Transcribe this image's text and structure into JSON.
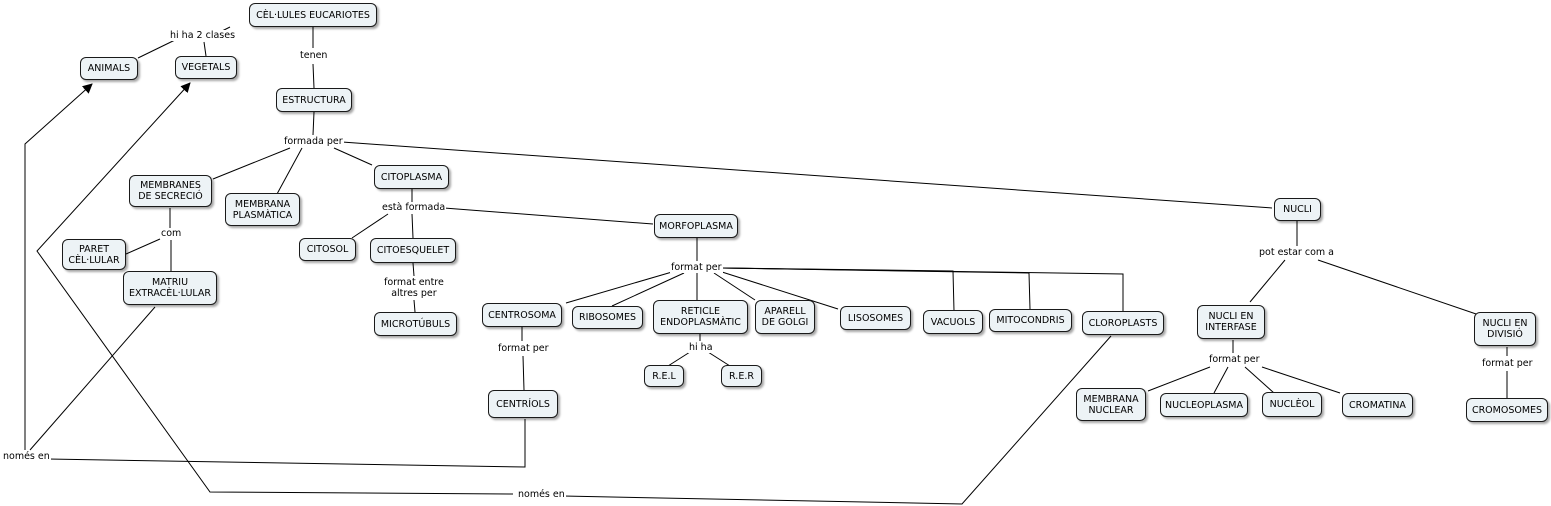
{
  "nodes": {
    "cel_eucariotes": "CÈL·LULES EUCARIOTES",
    "animals": "ANIMALS",
    "vegetals": "VEGETALS",
    "estructura": "ESTRUCTURA",
    "membranes_secrecio": "MEMBRANES\nDE SECRECIÓ",
    "membrana_plasmatica": "MEMBRANA\nPLASMÀTICA",
    "citoplasma": "CITOPLASMA",
    "nucli": "NUCLI",
    "paret_cellular": "PARET\nCÈL·LULAR",
    "matriu": "MATRIU\nEXTRACÈL·LULAR",
    "citosol": "CITOSOL",
    "citoesquelet": "CITOESQUELET",
    "morfoplasma": "MORFOPLASMA",
    "microtubuls": "MICROTÚBULS",
    "centrosoma": "CENTROSOMA",
    "ribosomes": "RIBOSOMES",
    "reticle": "RETICLE\nENDOPLASMÀTIC",
    "aparell_golgi": "APARELL\nDE GOLGI",
    "lisosomes": "LISOSOMES",
    "vacuols": "VACUOLS",
    "mitocondris": "MITOCONDRIS",
    "cloroplasts": "CLOROPLASTS",
    "centriols": "CENTRÍOLS",
    "rel": "R.E.L",
    "rer": "R.E.R",
    "nucli_interfase": "NUCLI EN\nINTERFASE",
    "nucli_divisio": "NUCLI EN\nDIVISIÓ",
    "membrana_nuclear": "MEMBRANA\nNUCLEAR",
    "nucleoplasma": "NUCLEOPLASMA",
    "nucleol": "NUCLÈOL",
    "cromatina": "CROMATINA",
    "cromosomes": "CROMOSOMES"
  },
  "links": {
    "hi_ha_2_clases": "hi ha 2 clases",
    "tenen": "tenen",
    "formada_per": "formada per",
    "com": "com",
    "esta_formada": "està formada",
    "format_entre": "format entre\naltres per",
    "format_per_morfo": "format per",
    "format_per_centro": "format per",
    "hi_ha": "hi ha",
    "pot_estar": "pot estar com a",
    "format_per_interfase": "format per",
    "format_per_divisio": "format per",
    "nomes_en_1": "només en",
    "nomes_en_2": "només en"
  },
  "colors": {
    "node_fill": "#edf3f6",
    "node_border": "#1a1a1a",
    "edge": "#000000"
  }
}
